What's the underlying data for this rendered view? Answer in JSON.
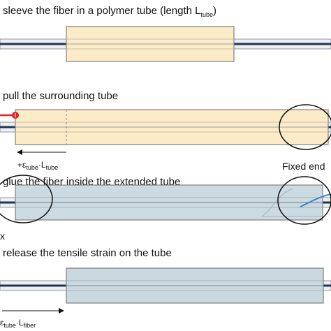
{
  "steps": [
    {
      "text": "sleeve the fiber in a polymer tube (length L",
      "sub": "tube",
      "tail": ")"
    },
    {
      "text": "pull the surrounding tube",
      "strain_label": {
        "prefix": "+ε",
        "sub1": "tube",
        "dot": "·L",
        "sub2": "tube"
      },
      "fixed_end_label": "Fixed end"
    },
    {
      "text": "glue the fiber inside the extended tube",
      "edge_label": "x"
    },
    {
      "text": "release the tensile strain on the tube",
      "strain_label": {
        "prefix": "ε",
        "sub1": "tube",
        "dot": "·L",
        "sub2": "fiber"
      }
    }
  ],
  "colors": {
    "tube_fill": "#FBEBC6",
    "glued_fill": "#C9D9DF",
    "fiber_core": "#1F3553",
    "fiber_clad": "#8E95A0",
    "outline": "#7F7F7F",
    "pull_arrow": "#E81F24",
    "ellipse": "#111111",
    "flow_arrow": "#3B86C8"
  }
}
